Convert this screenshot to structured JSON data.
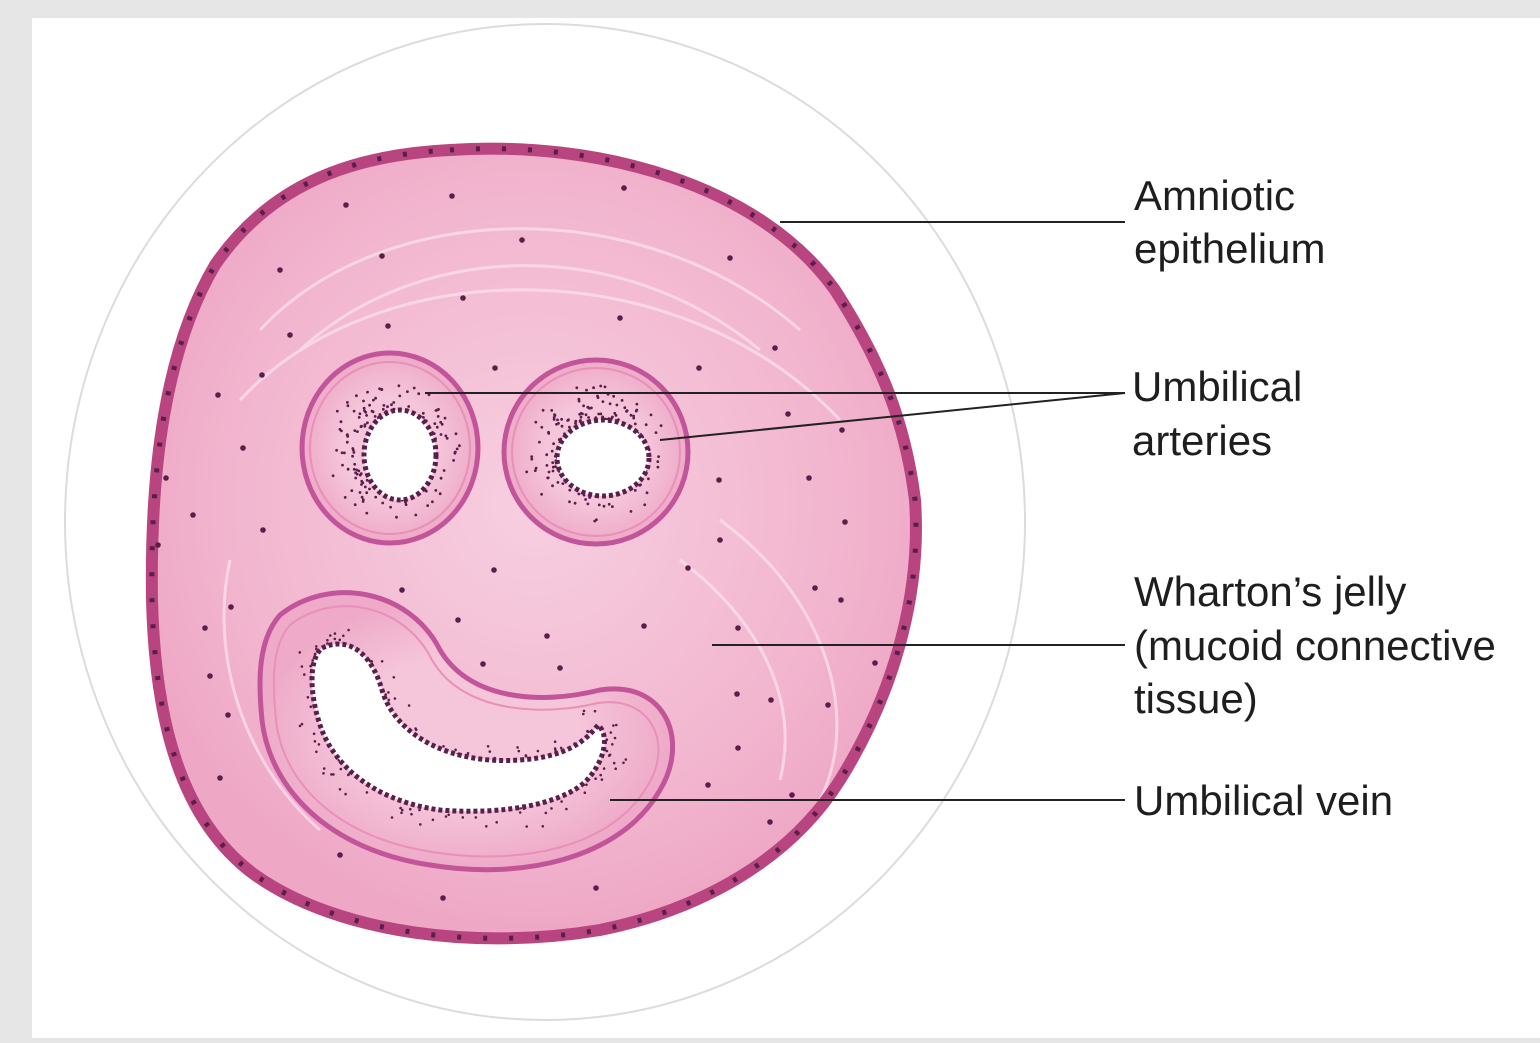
{
  "colors": {
    "frame": "#e6e6e6",
    "panel": "#ffffff",
    "jelly": "#f2b6cf",
    "jelly_light": "#f7cfe0",
    "epithelium": "#b8457f",
    "vessel_wall": "#c2559a",
    "lumen": "#ffffff",
    "nuclei": "#5a1e4a",
    "leader": "#222222",
    "label": "#1e1e1e"
  },
  "labels": {
    "amniotic": {
      "line1": "Amniotic",
      "line2": "epithelium"
    },
    "arteries": {
      "line1": "Umbilical",
      "line2": "arteries"
    },
    "jelly": {
      "line1": "Wharton’s jelly",
      "line2": "(mucoid connective",
      "line3": "tissue)"
    },
    "vein": {
      "line1": "Umbilical vein"
    }
  }
}
